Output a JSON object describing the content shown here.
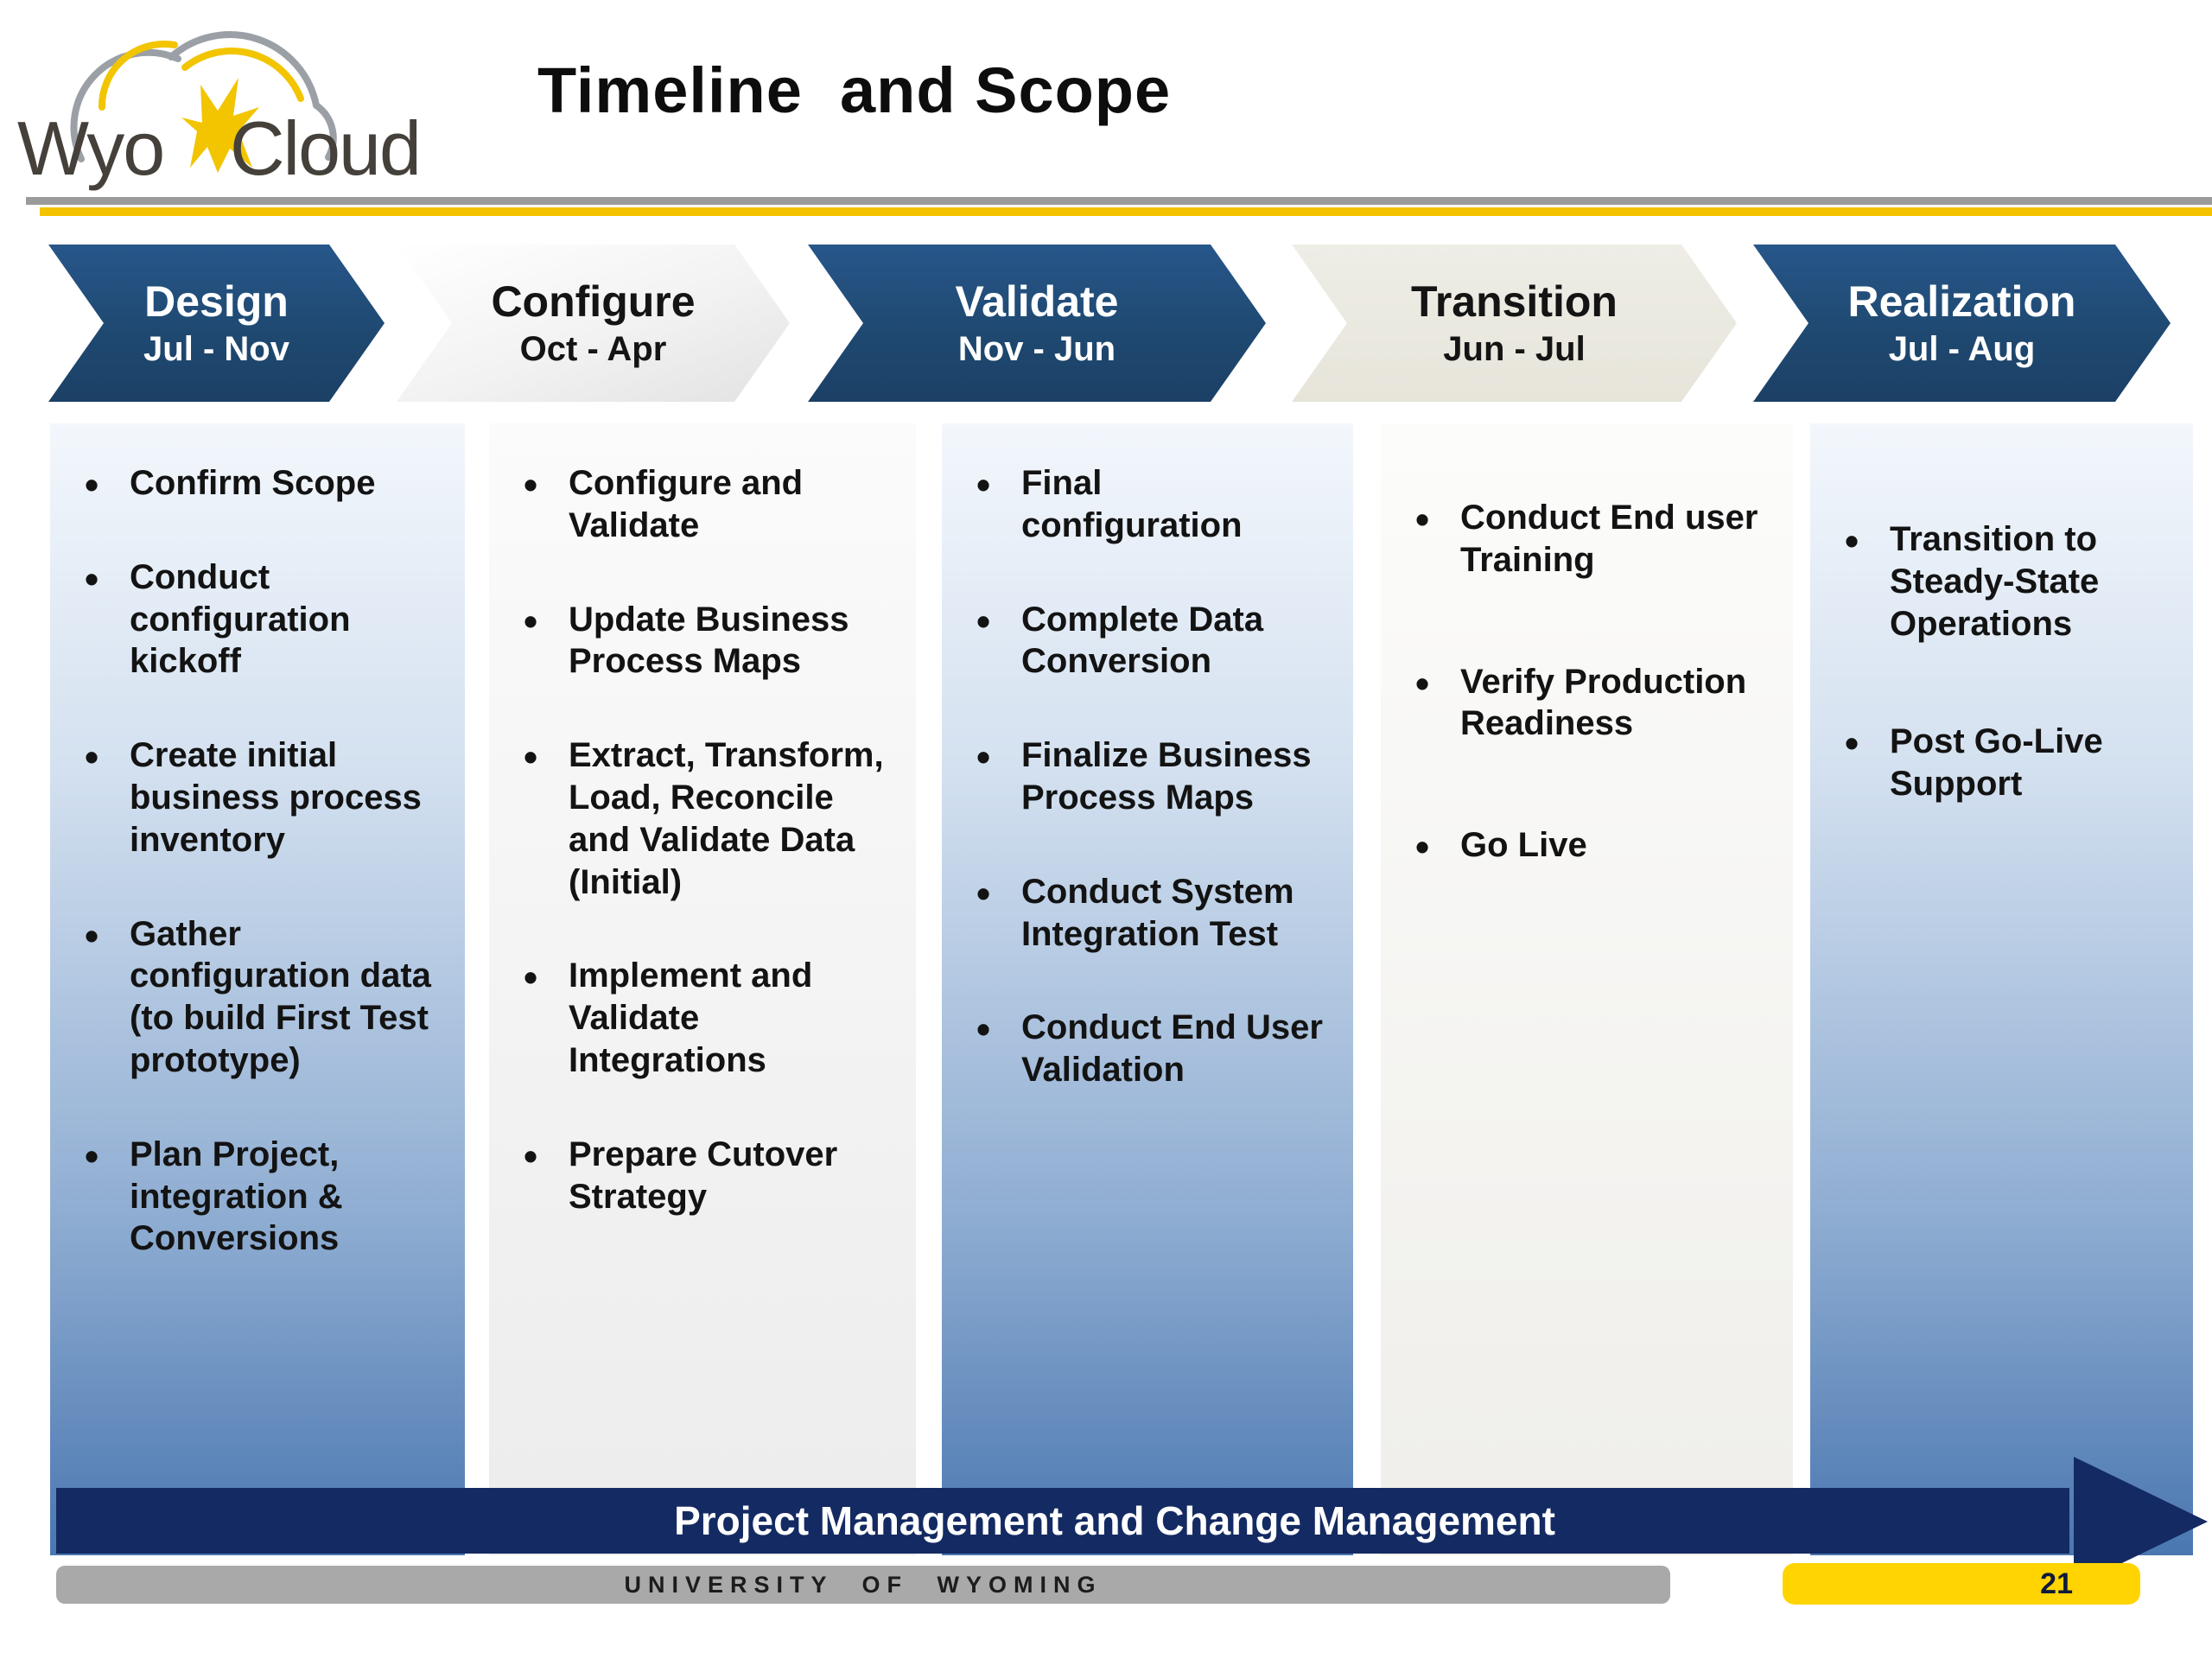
{
  "logo": {
    "word_left": "Wyo",
    "word_right": "Cloud"
  },
  "header": {
    "title": "Timeline  and Scope"
  },
  "phases": [
    {
      "name": "Design",
      "dates": "Jul - Nov",
      "bullets": [
        "Confirm Scope",
        "Conduct configuration kickoff",
        "Create initial business process inventory",
        "Gather configuration data (to build First Test prototype)",
        "Plan Project, integration & Conversions"
      ]
    },
    {
      "name": "Configure",
      "dates": "Oct - Apr",
      "bullets": [
        "Configure and Validate",
        "Update Business Process Maps",
        "Extract, Transform, Load, Reconcile and Validate Data (Initial)",
        "Implement and Validate Integrations",
        "Prepare Cutover Strategy"
      ]
    },
    {
      "name": "Validate",
      "dates": "Nov - Jun",
      "bullets": [
        "Final configuration",
        "Complete Data Conversion",
        "Finalize Business Process Maps",
        "Conduct System Integration Test",
        "Conduct End User Validation"
      ]
    },
    {
      "name": "Transition",
      "dates": "Jun - Jul",
      "bullets": [
        "Conduct End user Training",
        "Verify Production Readiness",
        "Go Live"
      ]
    },
    {
      "name": "Realization",
      "dates": "Jul - Aug",
      "bullets": [
        "Transition to Steady-State Operations",
        "Post Go-Live Support"
      ]
    }
  ],
  "banner": {
    "label": "Project Management and Change Management"
  },
  "footer": {
    "organization": "UNIVERSITY OF WYOMING",
    "page_number": "21"
  },
  "colors": {
    "phase_navy": "#1f4971",
    "banner_navy": "#142a62",
    "column_blue_bottom": "#4a77b0",
    "accent_yellow": "#f3c300",
    "page_bar_yellow": "#ffd400",
    "footer_gray": "#a9a9a9",
    "logo_yellow": "#f2c500",
    "logo_gray": "#9aa0a6"
  }
}
